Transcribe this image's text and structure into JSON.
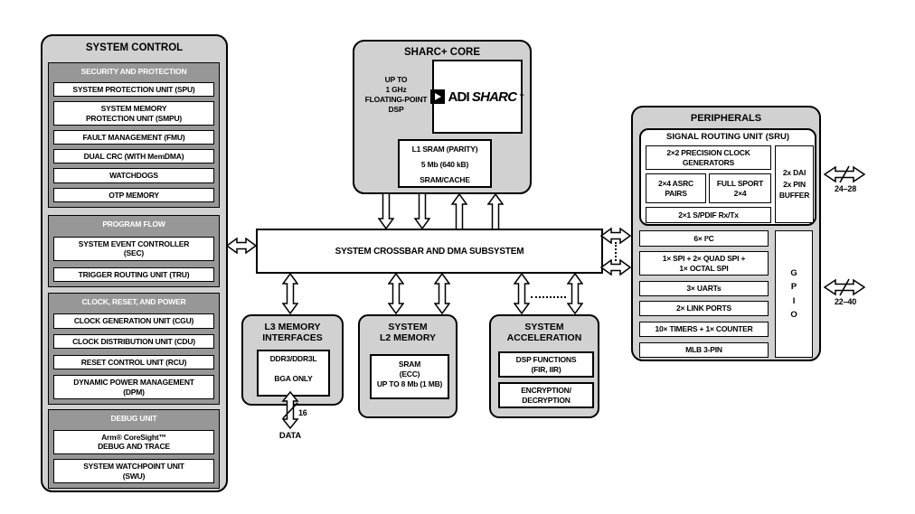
{
  "system_control": {
    "title": "SYSTEM CONTROL",
    "sections": [
      {
        "header": "SECURITY AND PROTECTION",
        "items": [
          "SYSTEM PROTECTION UNIT (SPU)",
          "SYSTEM MEMORY\nPROTECTION UNIT (SMPU)",
          "FAULT MANAGEMENT (FMU)",
          "DUAL CRC (WITH MemDMA)",
          "WATCHDOGS",
          "OTP MEMORY"
        ]
      },
      {
        "header": "PROGRAM FLOW",
        "items": [
          "SYSTEM EVENT CONTROLLER\n(SEC)",
          "TRIGGER ROUTING UNIT (TRU)"
        ]
      },
      {
        "header": "CLOCK, RESET, AND POWER",
        "items": [
          "CLOCK GENERATION UNIT (CGU)",
          "CLOCK DISTRIBUTION UNIT (CDU)",
          "RESET CONTROL UNIT (RCU)",
          "DYNAMIC POWER MANAGEMENT\n(DPM)"
        ]
      },
      {
        "header": "DEBUG UNIT",
        "items": [
          "Arm® CoreSight™\nDEBUG AND TRACE",
          "SYSTEM WATCHPOINT UNIT\n(SWU)"
        ]
      }
    ]
  },
  "sharc_core": {
    "title": "SHARC+ CORE",
    "description": "UP TO\n1 GHz\nFLOATING-POINT\nDSP",
    "logo": {
      "adi": "ADI",
      "sharc": "SHARC",
      "tm": "™"
    },
    "l1_sram": "L1 SRAM (PARITY)\n5 Mb (640 kB)\nSRAM/CACHE"
  },
  "crossbar": {
    "label": "SYSTEM CROSSBAR AND DMA SUBSYSTEM"
  },
  "l3_memory": {
    "title": "L3 MEMORY\nINTERFACES",
    "inner": "DDR3/DDR3L\n\nBGA ONLY",
    "bus_width": "16",
    "bus_label": "DATA"
  },
  "l2_memory": {
    "title": "SYSTEM\nL2 MEMORY",
    "inner": "SRAM\n(ECC)\nUP TO 8 Mb (1 MB)"
  },
  "acceleration": {
    "title": "SYSTEM\nACCELERATION",
    "items": [
      "DSP FUNCTIONS\n(FIR, IIR)",
      "ENCRYPTION/\nDECRYPTION"
    ]
  },
  "peripherals": {
    "title": "PERIPHERALS",
    "sru": {
      "title": "SIGNAL ROUTING UNIT (SRU)",
      "clock_gen": "2×2 PRECISION CLOCK\nGENERATORS",
      "asrc": "2×4 ASRC\nPAIRS",
      "sport": "FULL SPORT\n2×4",
      "spdif": "2×1 S/PDIF Rx/Tx",
      "dai": "2x DAI\n2x PIN\nBUFFER"
    },
    "items": [
      "6× I²C",
      "1× SPI + 2× QUAD SPI +\n1× OCTAL SPI",
      "3× UARTs",
      "2× LINK PORTS",
      "10× TIMERS + 1× COUNTER",
      "MLB 3-PIN"
    ],
    "gpio": "G\nP\nI\nO"
  },
  "bus_labels": {
    "dai_pins": "24–28",
    "gpio_pins": "22–40"
  }
}
